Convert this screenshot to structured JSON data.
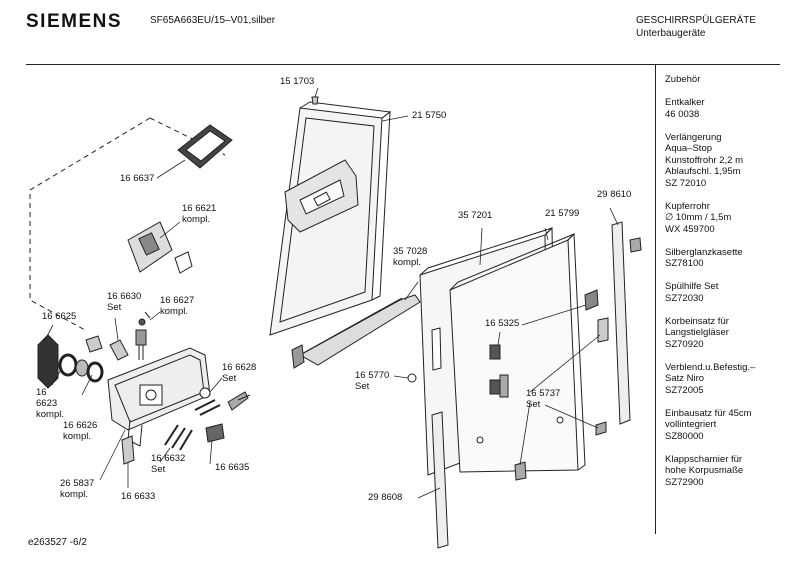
{
  "header": {
    "brand": "SIEMENS",
    "model": "SF65A663EU/15–V01,silber",
    "category_line1": "GESCHIRRSPÜLGERÄTE",
    "category_line2": "Unterbaugeräte"
  },
  "parts": {
    "p151703": "15 1703",
    "p215750": "21 5750",
    "p166637": "16 6637",
    "p166621": "16 6621\nkompl.",
    "p166630": "16 6630\nSet",
    "p166627": "16 6627\nkompl.",
    "p166625": "16 6625",
    "p166623": "16\n6623\nkompl.",
    "p166626": "16 6626\nkompl.",
    "p265837": "26 5837\nkompl.",
    "p166633": "16 6633",
    "p166628": "16 6628\nSet",
    "p166632": "16 6632\nSet",
    "p166635": "16 6635",
    "p357028": "35 7028\nkompl.",
    "p357201": "35 7201",
    "p215799": "21 5799",
    "p298610": "29 8610",
    "p165325": "16 5325",
    "p165770": "16 5770\nSet",
    "p165737": "16 5737\nSet",
    "p298608": "29 8608"
  },
  "sidebar": {
    "items": [
      "Zubehör",
      "Entkalker\n46 0038",
      "Verlängerung\nAqua–Stop\nKunstoffrohr 2,2 m\nAblaufschl. 1,95m\nSZ 72010",
      "Kupferrohr\n∅ 10mm / 1,5m\nWX 459700",
      "Silberglanzkasette\nSZ78100",
      "Spülhilfe Set\nSZ72030",
      "Korbeinsatz für\nLangstielgläser\nSZ70920",
      "Verblend.u.Befestig.–\nSatz Niro\nSZ72005",
      "Einbausatz für 45cm\nvollintegriert\nSZ80000",
      "Klappscharnier für\nhohe Korpusmaße\nSZ72900"
    ]
  },
  "footer": {
    "code": "e263527 -6/2"
  }
}
